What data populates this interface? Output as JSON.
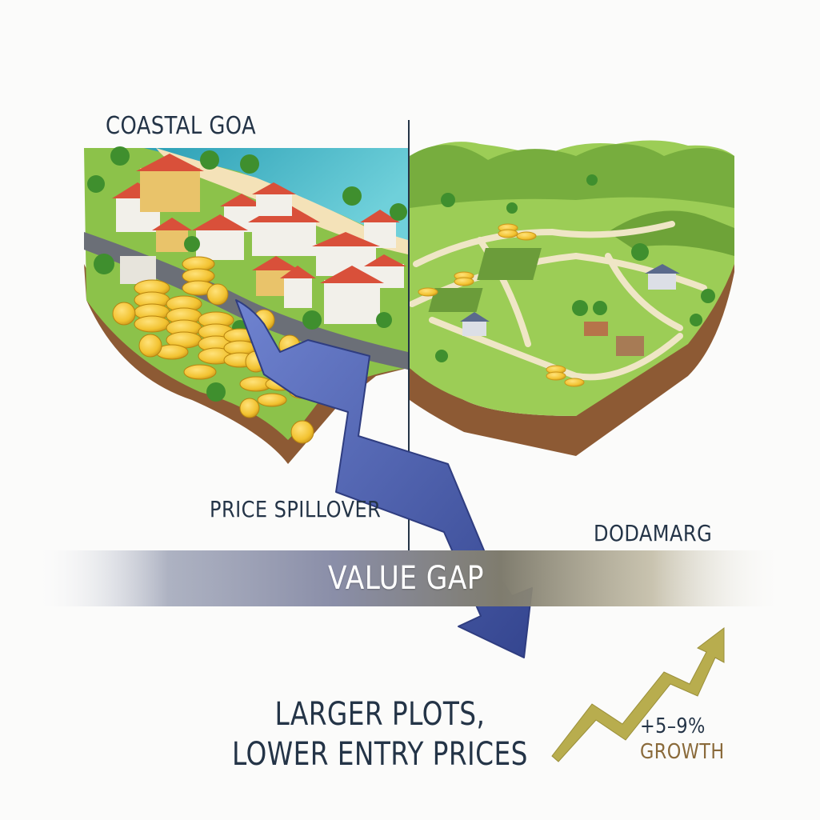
{
  "labels": {
    "coastal_region": "COASTAL GOA",
    "spillover": "PRICE SPILLOVER",
    "inland_region": "DODAMARG",
    "value_gap": "VALUE GAP",
    "benefit_line1": "LARGER PLOTS,",
    "benefit_line2": "LOWER ENTRY PRICES",
    "growth_range": "+5–9%",
    "growth_word": "GROWTH"
  },
  "icons": {
    "coins": "gold-coin-stack-icon",
    "arrow": "zigzag-down-arrow-icon",
    "growth": "rising-trend-arrow-icon"
  },
  "colors": {
    "background": "#fbfbfa",
    "text": "#243447",
    "growth_word": "#8a6a3a",
    "coin": "#f2c230",
    "spillover_arrow": "#4a5ba8",
    "growth_arrow": "#b8ad4e",
    "sea": "#3fb3c4",
    "sand": "#f4e2b8",
    "grass": "#8cc24a",
    "soil": "#8d5a34",
    "roof": "#d9503a"
  }
}
